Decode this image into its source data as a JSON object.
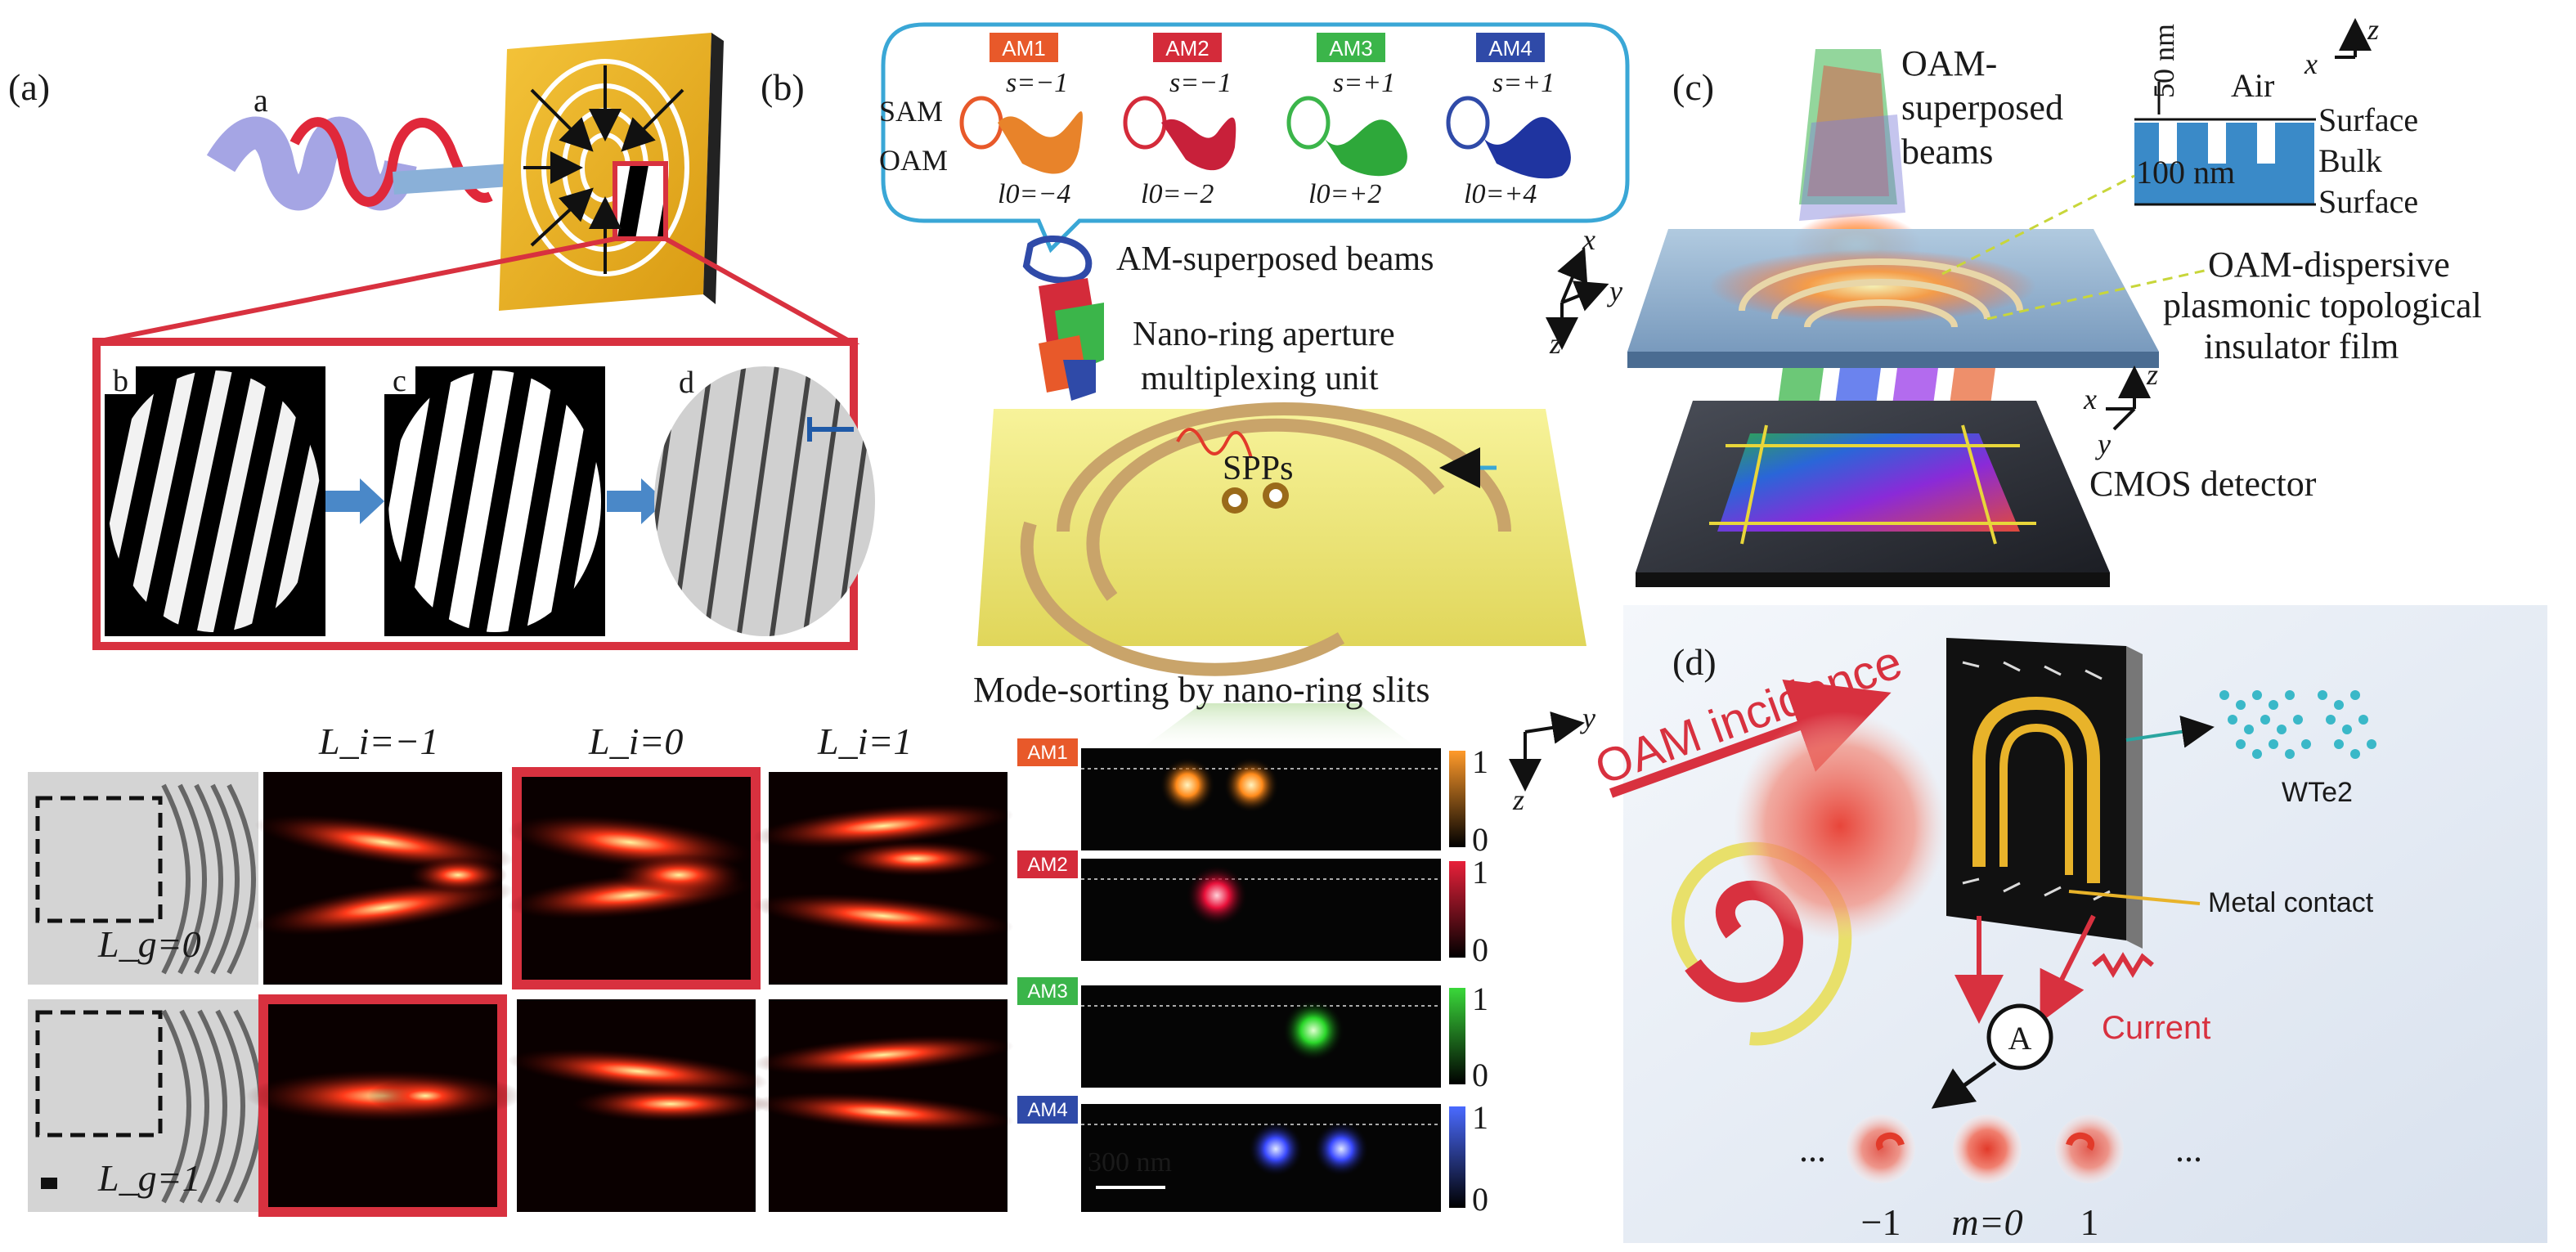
{
  "panels": {
    "a": {
      "label": "(a)",
      "beam_letter": "a",
      "inset_labels": [
        "b",
        "c",
        "d"
      ],
      "column_headers": [
        "L_i=−1",
        "L_i=0",
        "L_i=1"
      ],
      "row_labels": [
        "L_g=0",
        "L_g=1"
      ]
    },
    "b": {
      "label": "(b)",
      "sam_label": "SAM",
      "oam_label": "OAM",
      "modes": [
        {
          "name": "AM1",
          "s": "s=−1",
          "l0": "l0=−4",
          "color": "#e8592a"
        },
        {
          "name": "AM2",
          "s": "s=−1",
          "l0": "l0=−2",
          "color": "#d42b3a"
        },
        {
          "name": "AM3",
          "s": "s=+1",
          "l0": "l0=+2",
          "color": "#3bb54a"
        },
        {
          "name": "AM4",
          "s": "s=+1",
          "l0": "l0=+4",
          "color": "#2f4aa8"
        }
      ],
      "beam_text": "AM-superposed beams",
      "unit_text_1": "Nano-ring aperture",
      "unit_text_2": "multiplexing unit",
      "spp_text": "SPPs",
      "sorting_text": "Mode-sorting by nano-ring slits",
      "scale_text": "300 nm",
      "colorbar_ticks": [
        "1",
        "0"
      ],
      "axes": {
        "x": "x",
        "y": "y",
        "z": "z"
      }
    },
    "c": {
      "label": "(c)",
      "beams_text_1": "OAM-",
      "beams_text_2": "superposed",
      "beams_text_3": "beams",
      "dim_50": "50 nm",
      "dim_100": "100 nm",
      "air": "Air",
      "surface_top": "Surface",
      "bulk": "Bulk",
      "surface_bottom": "Surface",
      "film_text_1": "OAM-dispersive",
      "film_text_2": "plasmonic topological",
      "film_text_3": "insulator film",
      "detector_text": "CMOS detector",
      "axes": {
        "x": "x",
        "y": "y",
        "z": "z"
      }
    },
    "d": {
      "label": "(d)",
      "incidence_text": "OAM incidence",
      "material": "WTe2",
      "contact_text": "Metal contact",
      "current_text": "Current",
      "ammeter": "A",
      "ellipsis": "...",
      "modes": [
        "−1",
        "m=0",
        "1"
      ]
    }
  },
  "colors": {
    "red_frame": "#d8313f",
    "gold": "#e8b32a",
    "bubble": "#3aa7d6",
    "am1": "#e8592a",
    "am2": "#d42b3a",
    "am3": "#3bb54a",
    "am4": "#2f4aa8"
  }
}
